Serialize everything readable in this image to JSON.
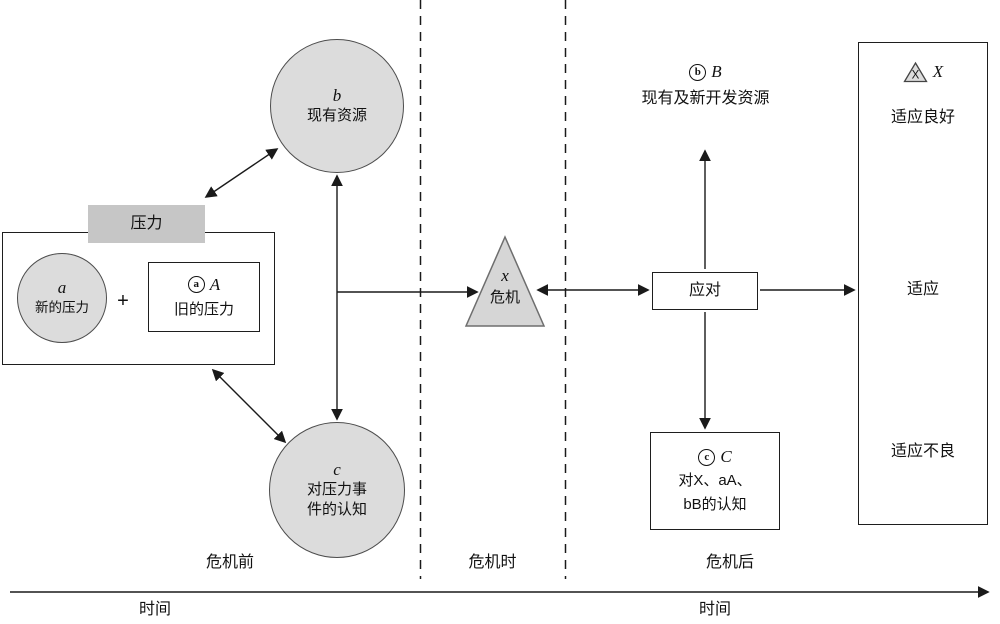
{
  "pre": {
    "circle_b": {
      "letter": "b",
      "label": "现有资源"
    },
    "stress_tag": "压力",
    "circle_a": {
      "letter": "a",
      "label": "新的压力"
    },
    "plus": "+",
    "box_a": {
      "badge": "a",
      "letter": "A",
      "label": "旧的压力"
    },
    "circle_c": {
      "letter": "c",
      "line1": "对压力事",
      "line2": "件的认知"
    }
  },
  "crisis": {
    "letter": "x",
    "label": "危机"
  },
  "post": {
    "resources": {
      "badge": "b",
      "letter": "B",
      "label": "现有及新开发资源"
    },
    "coping": "应对",
    "perception": {
      "badge": "c",
      "letter": "C",
      "line1": "对X、aA、",
      "line2": "bB的认知"
    },
    "outcome": {
      "triangle_x": "X",
      "letter": "X",
      "good": "适应良好",
      "mid": "适应",
      "bad": "适应不良"
    }
  },
  "timeline": {
    "pre": "危机前",
    "during": "危机时",
    "post": "危机后",
    "time_left": "时间",
    "time_right": "时间"
  },
  "colors": {
    "shape_fill": "#dcdcdc",
    "tag_fill": "#c6c6c6",
    "line": "#1a1a1a"
  }
}
